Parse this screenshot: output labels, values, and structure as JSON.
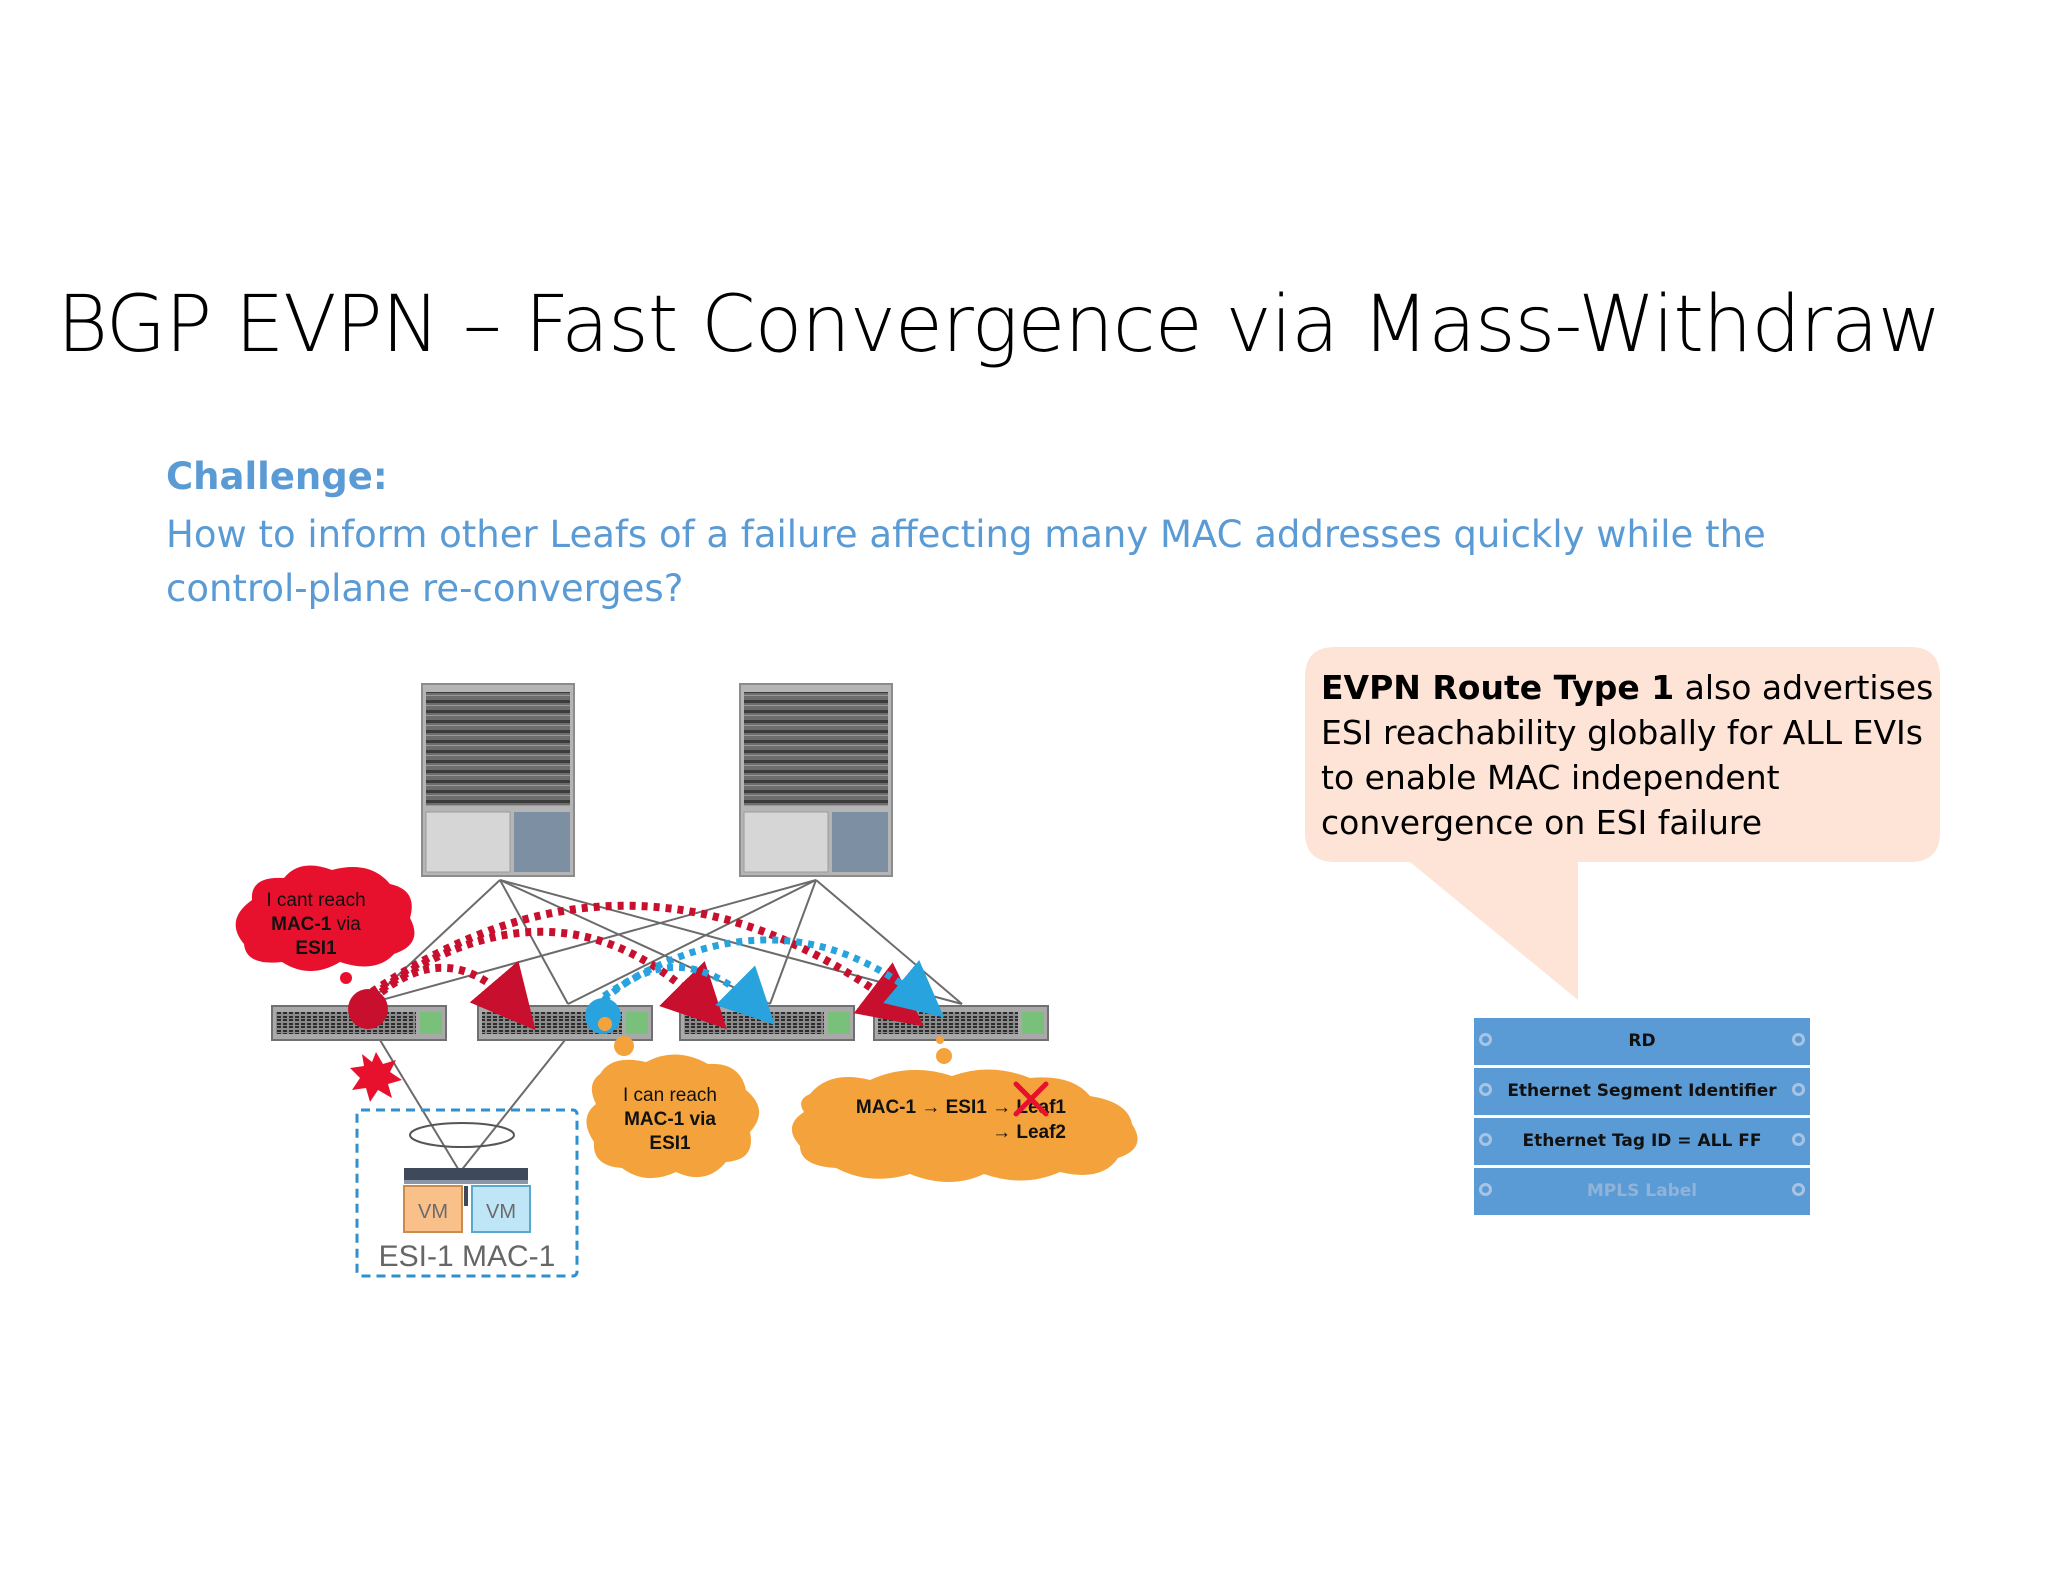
{
  "slide": {
    "title": "BGP EVPN – Fast Convergence via Mass-Withdraw",
    "challenge_label": "Challenge:",
    "challenge_text": "How to inform other Leafs of a failure affecting many MAC addresses quickly while the control-plane re-converges?"
  },
  "callout": {
    "bold": "EVPN Route Type 1",
    "text": " also advertises ESI reachability globally for ALL EVIs to enable MAC independent convergence on ESI failure"
  },
  "route_fields": [
    "RD",
    "Ethernet Segment Identifier",
    "Ethernet Tag ID = ALL FF",
    "MPLS Label"
  ],
  "diagram": {
    "bubble_cant_1": "I cant reach",
    "bubble_cant_2a": "MAC-1",
    "bubble_cant_2b": " via",
    "bubble_cant_3": "ESI1",
    "bubble_can_1": "I can reach",
    "bubble_can_2": "MAC-1 via",
    "bubble_can_3": "ESI1",
    "bubble_map_1": "MAC-1 → ESI1 → Leaf1",
    "bubble_map_2": "→ Leaf2",
    "vm_1": "VM",
    "vm_2": "VM",
    "esi_label": "ESI-1 MAC-1"
  },
  "colors": {
    "accent_blue": "#5b9bd5",
    "withdraw_red": "#c8102e",
    "update_blue": "#29a3dd",
    "bubble_orange": "#f4a33c",
    "callout_peach": "#fde4d6"
  }
}
